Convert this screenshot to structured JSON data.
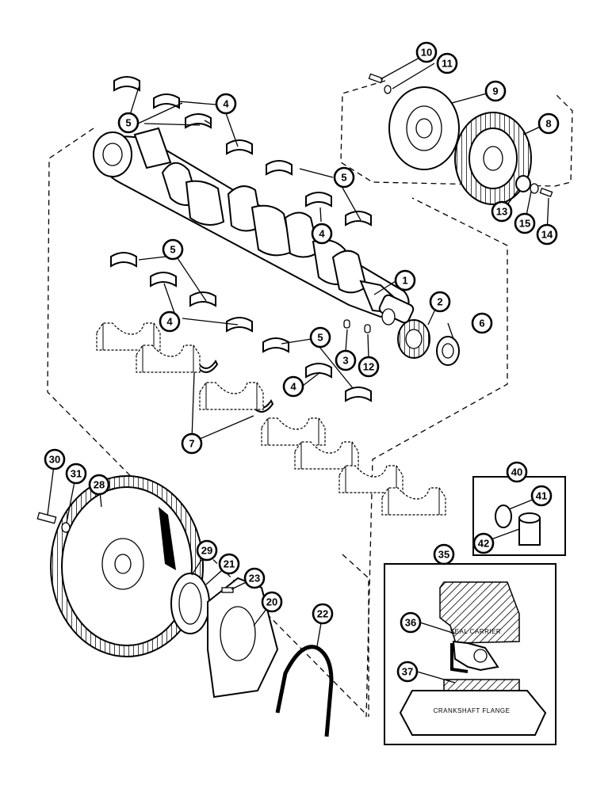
{
  "callouts": {
    "c1": "1",
    "c2": "2",
    "c3": "3",
    "c4a": "4",
    "c4b": "4",
    "c4c": "4",
    "c4d": "4",
    "c5a": "5",
    "c5b": "5",
    "c5c": "5",
    "c5d": "5",
    "c6": "6",
    "c7": "7",
    "c8": "8",
    "c9": "9",
    "c10": "10",
    "c11": "11",
    "c12": "12",
    "c13": "13",
    "c14": "14",
    "c15": "15",
    "c20": "20",
    "c21": "21",
    "c22": "22",
    "c23": "23",
    "c28": "28",
    "c29": "29",
    "c30": "30",
    "c31": "31",
    "c35": "35",
    "c36": "36",
    "c37": "37",
    "c40": "40",
    "c41": "41",
    "c42": "42"
  },
  "inset_labels": {
    "seal_carrier": "SEAL CARRIER",
    "crankshaft_flange": "CRANKSHAFT FLANGE"
  }
}
